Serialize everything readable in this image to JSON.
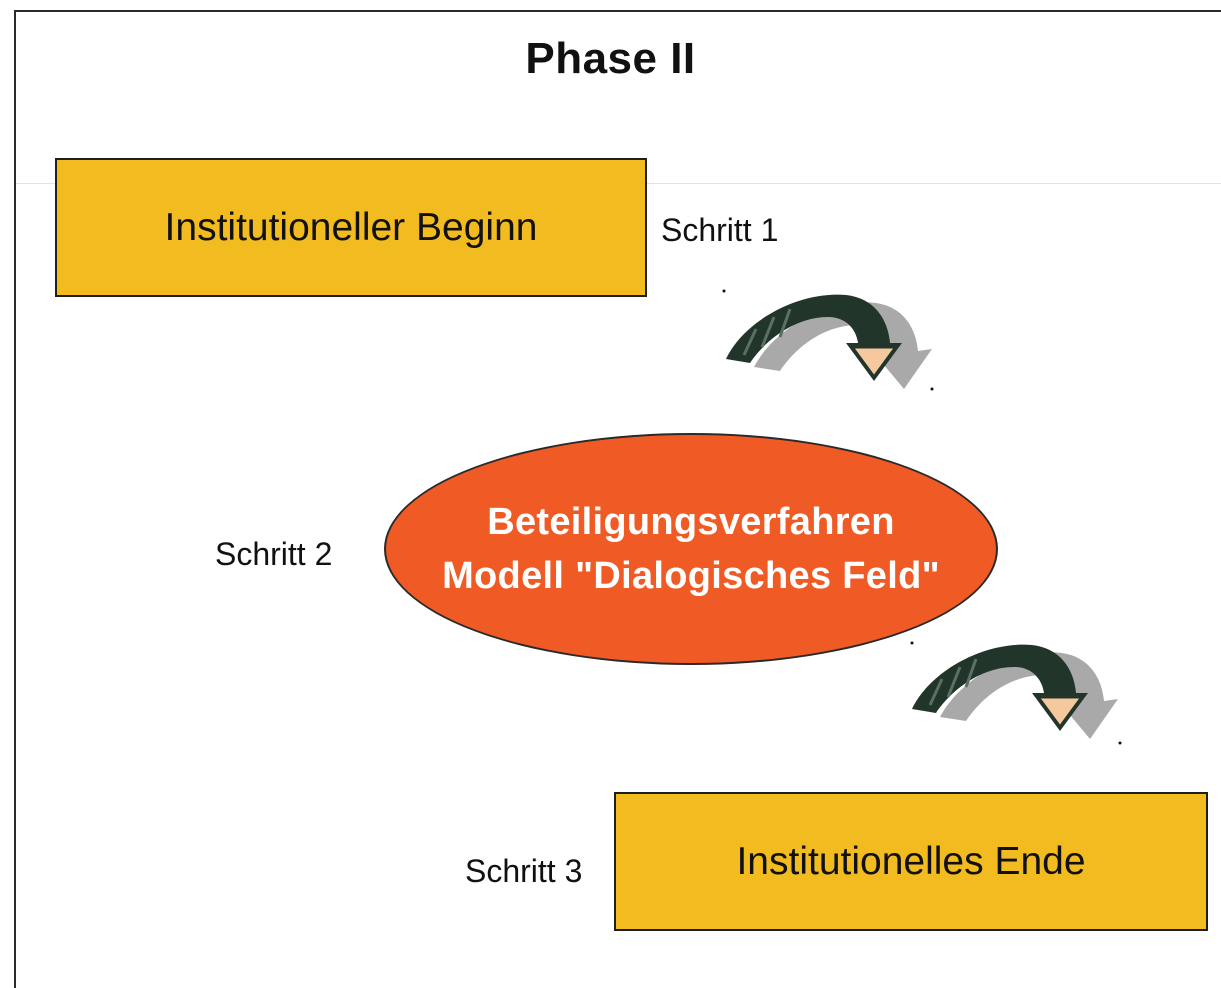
{
  "title": "Phase II",
  "steps": [
    {
      "label": "Schritt 1",
      "text": "Institutioneller Beginn",
      "shape": "rectangle"
    },
    {
      "label": "Schritt 2",
      "lines": [
        "Beteiligungsverfahren",
        "Modell \"Dialogisches Feld\""
      ],
      "shape": "ellipse"
    },
    {
      "label": "Schritt 3",
      "text": "Institutionelles Ende",
      "shape": "rectangle"
    }
  ],
  "colors": {
    "box_fill": "#f2bb1f",
    "ellipse_fill": "#ef5a25",
    "ellipse_text": "#ffffff",
    "arrow_dark": "#22352a",
    "arrow_shadow": "#a9a9a9",
    "arrow_head": "#f6c89e"
  },
  "connectors": [
    {
      "name": "curved-arrow-icon",
      "from": "Schritt 1",
      "to": "Schritt 2"
    },
    {
      "name": "curved-arrow-icon",
      "from": "Schritt 2",
      "to": "Schritt 3"
    }
  ]
}
